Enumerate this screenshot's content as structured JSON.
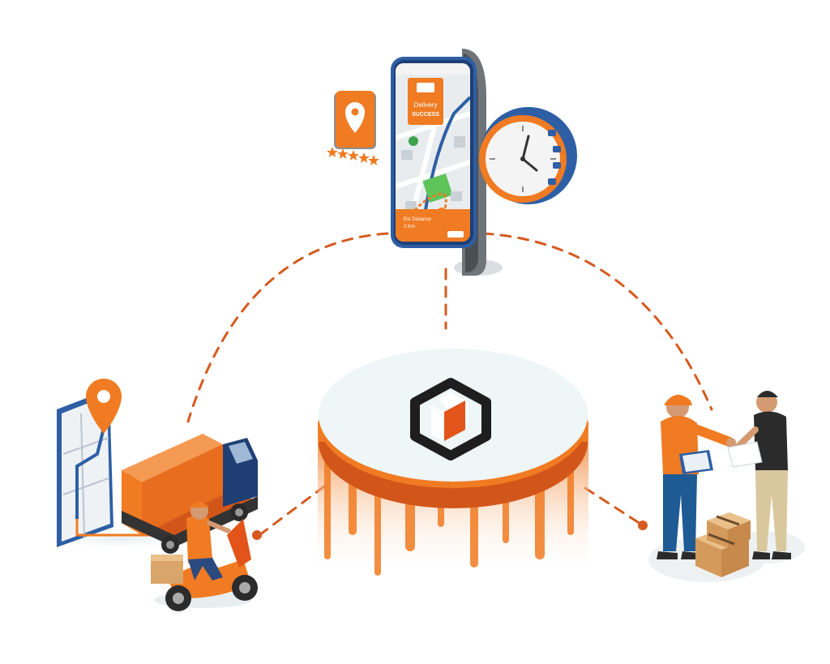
{
  "phone": {
    "card_line1": "Delivery",
    "card_line2": "SUCCESS",
    "footer_line1": "Est Distance",
    "footer_line2": "2 Km"
  },
  "rating": {
    "stars": 5,
    "max": 5
  },
  "colors": {
    "accent": "#f07b22",
    "dark_orange": "#d2561a",
    "phone_blue": "#2e5fa5",
    "dark": "#222222",
    "platform_top": "#eef6f8",
    "dash": "#d65a20"
  },
  "icons": [
    "location-pin-icon",
    "clock-icon",
    "brand-logo-icon",
    "star-icon",
    "map-pin-icon"
  ]
}
